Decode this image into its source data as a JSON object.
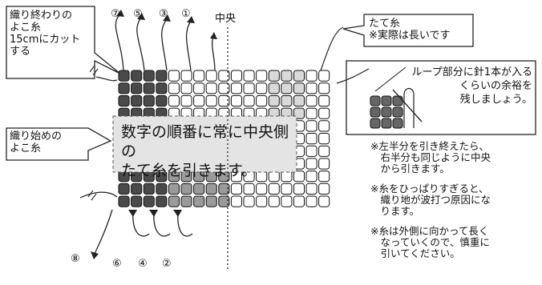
{
  "labels": {
    "top_left_note": "織り終わりの\nよこ糸\n15cmにカット\nする",
    "bottom_left_note": "織り始めの\nよこ糸",
    "center_label": "中央",
    "top_right_note": "たて糸\n※実際は長いです",
    "loop_note": "ループ部分に針1本が入る\nくらいの余裕を\n残しましょう。",
    "banner": "数字の順番に常に中央側の\nたて糸を引きます。"
  },
  "numbers": {
    "top": [
      "⑦",
      "⑤",
      "③",
      "①"
    ],
    "bottom": [
      "⑥",
      "④",
      "②"
    ],
    "side": "⑧"
  },
  "notes": [
    "※左半分を引き終えたら、\n　右半分も同じように中央\n　から引きます。",
    "※糸をひっぱりすぎると、\n　織り地が波打つ原因にな\n　ります。",
    "※糸は外側に向かって長く\n　なっていくので、慎重に\n　引いてください。"
  ]
}
